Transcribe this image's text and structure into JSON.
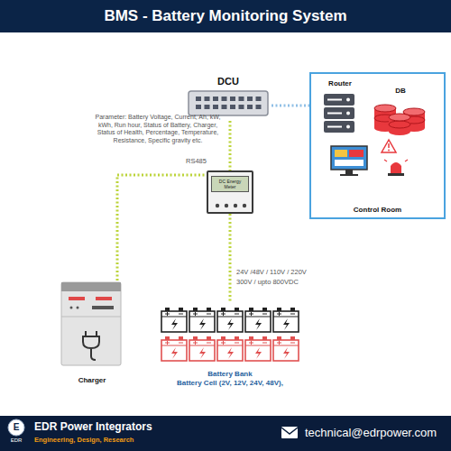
{
  "diagram": {
    "title": "BMS - Battery Monitoring System",
    "nodes": [
      {
        "text": [
          "DCU"
        ]
      },
      {
        "text": [
          "Control Room"
        ]
      },
      {
        "text": [
          "Router"
        ],
        "in": 1
      },
      {
        "text": [
          "DB"
        ],
        "in": 1
      },
      {
        "text": [
          "DC Energy Meter"
        ]
      },
      {
        "text": [
          "Charger"
        ]
      },
      {
        "text": [
          "Battery Bank",
          "Battery Cell (2V, 12V, 24V, 48V),"
        ]
      }
    ],
    "edges": [
      {
        "from": 0,
        "to": 1,
        "arrow": "none"
      },
      {
        "from": 0,
        "to": 4,
        "label": "RS485",
        "arrow": "none"
      },
      {
        "from": 5,
        "to": 4,
        "arrow": "none"
      },
      {
        "from": 4,
        "to": 6,
        "label": "24V /48V / 110V / 220V 300V / upto 800VDC",
        "arrow": "none"
      }
    ],
    "labels": [
      "Parameter: Battery Voltage, Current, Ah, kW, kWh, Run hour, Status of Battery, Charger, Status of Health, Percentage, Temperature, Resistance, Specific gravity etc.",
      "E",
      "EDR",
      "EDR Power Integrators",
      "Engineering, Design, Research",
      "technical@edrpower.com"
    ]
  }
}
